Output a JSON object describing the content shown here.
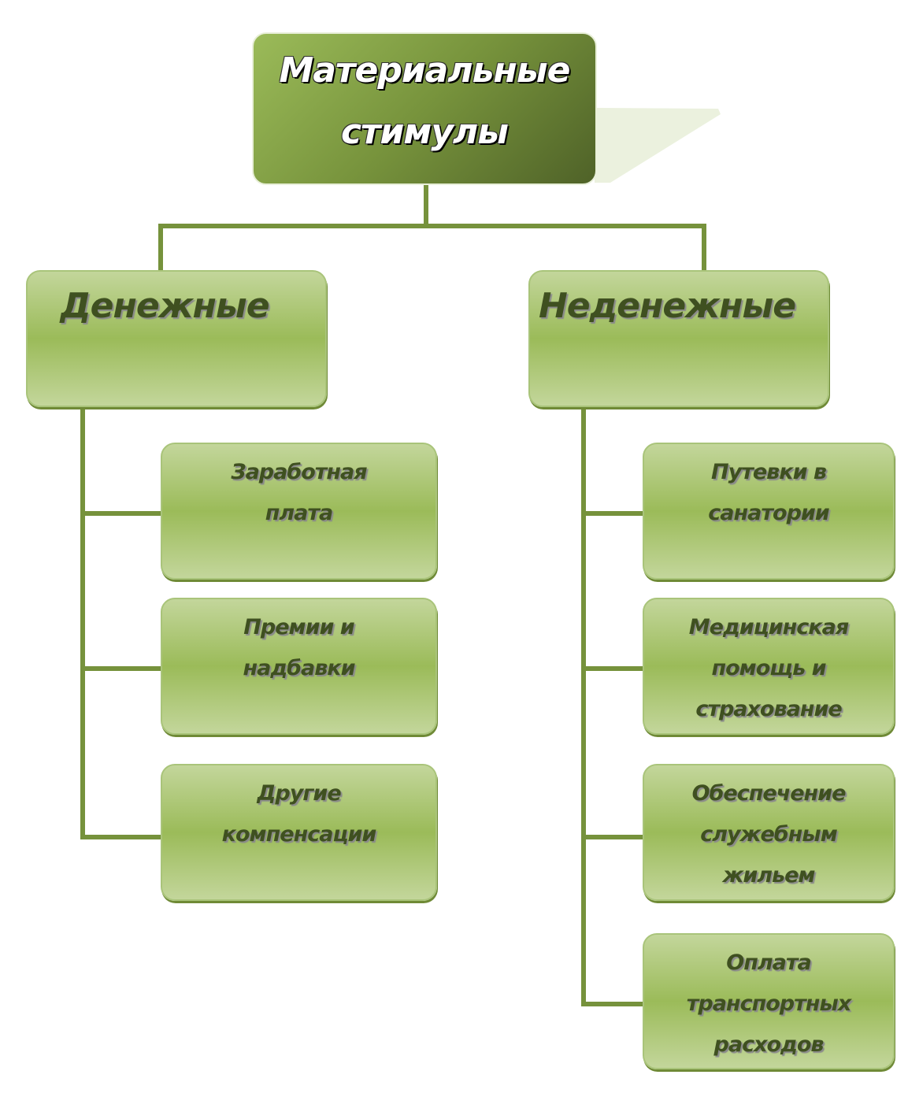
{
  "root": {
    "label": "Материальные стимулы"
  },
  "branches": [
    {
      "label": "Денежные",
      "children": [
        "Заработная плата",
        "Премии и надбавки",
        "Другие компенсации"
      ]
    },
    {
      "label": "Неденежные",
      "children": [
        "Путевки в санатории",
        "Медицинская помощь и страхование",
        "Обеспечение служебным жильем",
        "Оплата транспортных расходов"
      ]
    }
  ],
  "colors": {
    "line": "#76923c",
    "box": "#9bbb59",
    "root_dark": "#4f6228"
  }
}
